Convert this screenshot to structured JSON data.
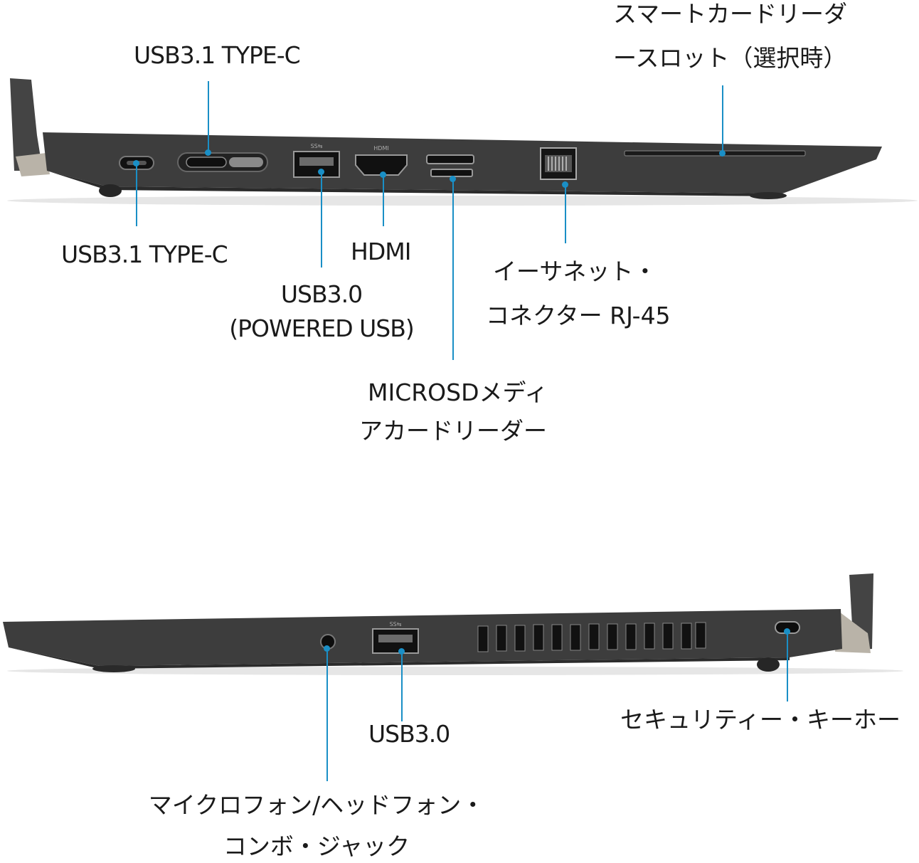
{
  "labels": {
    "usb31_top": "USB3.1 TYPE-C",
    "usb31_bottom": "USB3.1 TYPE-C",
    "hdmi": "HDMI",
    "usb30_powered_1": "USB3.0",
    "usb30_powered_2": "(POWERED USB)",
    "microsd_1": "MICROSDメディ",
    "microsd_2": "アカードリーダー",
    "ethernet_1": "イーサネット・",
    "ethernet_2": "コネクター RJ-45",
    "smartcard_1": "スマートカードリーダ",
    "smartcard_2": "ースロット（選択時）",
    "usb30": "USB3.0",
    "security": "セキュリティー・キーホー",
    "audio_1": "マイクロフォン/ヘッドフォン・",
    "audio_2": "コンボ・ジャック"
  },
  "port_marks": {
    "usb_superspeed": "SS⇆",
    "hdmi": "HDMI"
  },
  "colors": {
    "callout": "#1a8fc6",
    "chassis": "#3a3a3a",
    "text": "#1a1a1a"
  }
}
